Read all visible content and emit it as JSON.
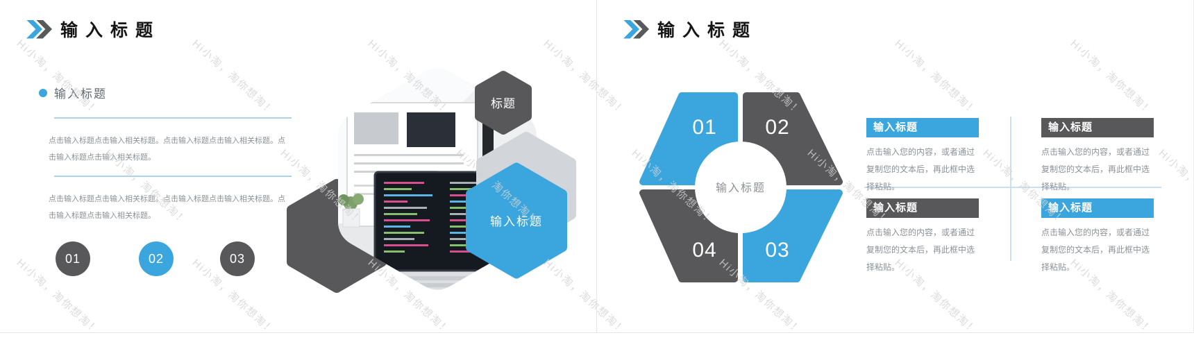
{
  "watermark": {
    "text": "Hi小淘，淘你想淘！"
  },
  "colors": {
    "accent_blue": "#3BA6DE",
    "dark_gray": "#58585A",
    "light_blue_line": "#ABD4E9",
    "body_text_gray": "#8B9298"
  },
  "icons": {
    "title_marker": "double-chevron-right-icon",
    "bullet": "dot-icon"
  },
  "slide1": {
    "title": "输入标题",
    "section": {
      "heading": "输入标题",
      "paragraph1": "点击输入标题点击输入相关标题。点击输入标题点击输入相关标题。点击输入标题点击输入相关标题。",
      "paragraph2": "点击输入标题点击输入相关标题。点击输入标题点击输入相关标题。点击输入标题点击输入相关标题。"
    },
    "steps": [
      {
        "label": "01",
        "color": "#58585A"
      },
      {
        "label": "02",
        "color": "#3BA6DE"
      },
      {
        "label": "03",
        "color": "#58585A"
      }
    ],
    "hexagons": {
      "small_label": "标题",
      "blue_label": "输入标题",
      "photo": "laptop-coding-workspace-photo"
    }
  },
  "slide2": {
    "title": "输入标题",
    "diagram": {
      "center_label": "输入标题",
      "segments": [
        {
          "number": "01",
          "color": "#3BA6DE"
        },
        {
          "number": "02",
          "color": "#58585A"
        },
        {
          "number": "03",
          "color": "#3BA6DE"
        },
        {
          "number": "04",
          "color": "#58585A"
        }
      ]
    },
    "cards": [
      {
        "heading": "输入标题",
        "accent": "blue",
        "body": "点击输入您的内容，或者通过复制您的文本后，再此框中选择粘贴。"
      },
      {
        "heading": "输入标题",
        "accent": "dark",
        "body": "点击输入您的内容，或者通过复制您的文本后，再此框中选择粘贴。"
      },
      {
        "heading": "输入标题",
        "accent": "dark",
        "body": "点击输入您的内容，或者通过复制您的文本后，再此框中选择粘贴。"
      },
      {
        "heading": "输入标题",
        "accent": "blue",
        "body": "点击输入您的内容，或者通过复制您的文本后，再此框中选择粘贴。"
      }
    ]
  }
}
